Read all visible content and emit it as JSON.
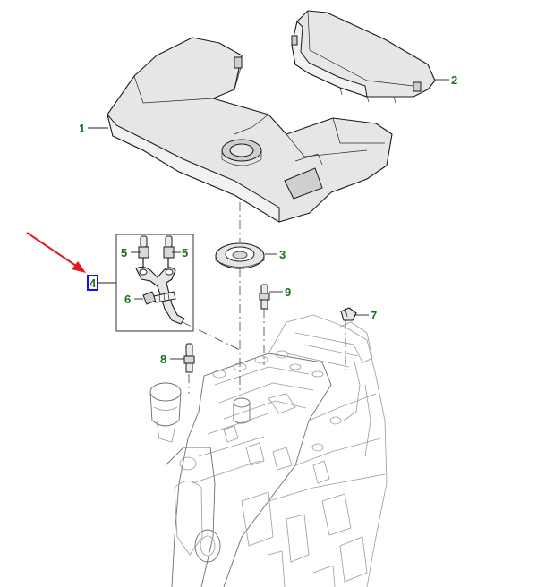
{
  "callouts": [
    {
      "id": "1",
      "label": "1"
    },
    {
      "id": "2",
      "label": "2"
    },
    {
      "id": "3",
      "label": "3"
    },
    {
      "id": "4",
      "label": "4"
    },
    {
      "id": "5a",
      "label": "5"
    },
    {
      "id": "5b",
      "label": "5"
    },
    {
      "id": "6",
      "label": "6"
    },
    {
      "id": "7",
      "label": "7"
    },
    {
      "id": "8",
      "label": "8"
    },
    {
      "id": "9",
      "label": "9"
    }
  ],
  "colors": {
    "callout_text": "#1e6e1e",
    "highlight_box": "#1010ff",
    "arrow": "#e31b1b"
  },
  "highlighted_callout": "4"
}
